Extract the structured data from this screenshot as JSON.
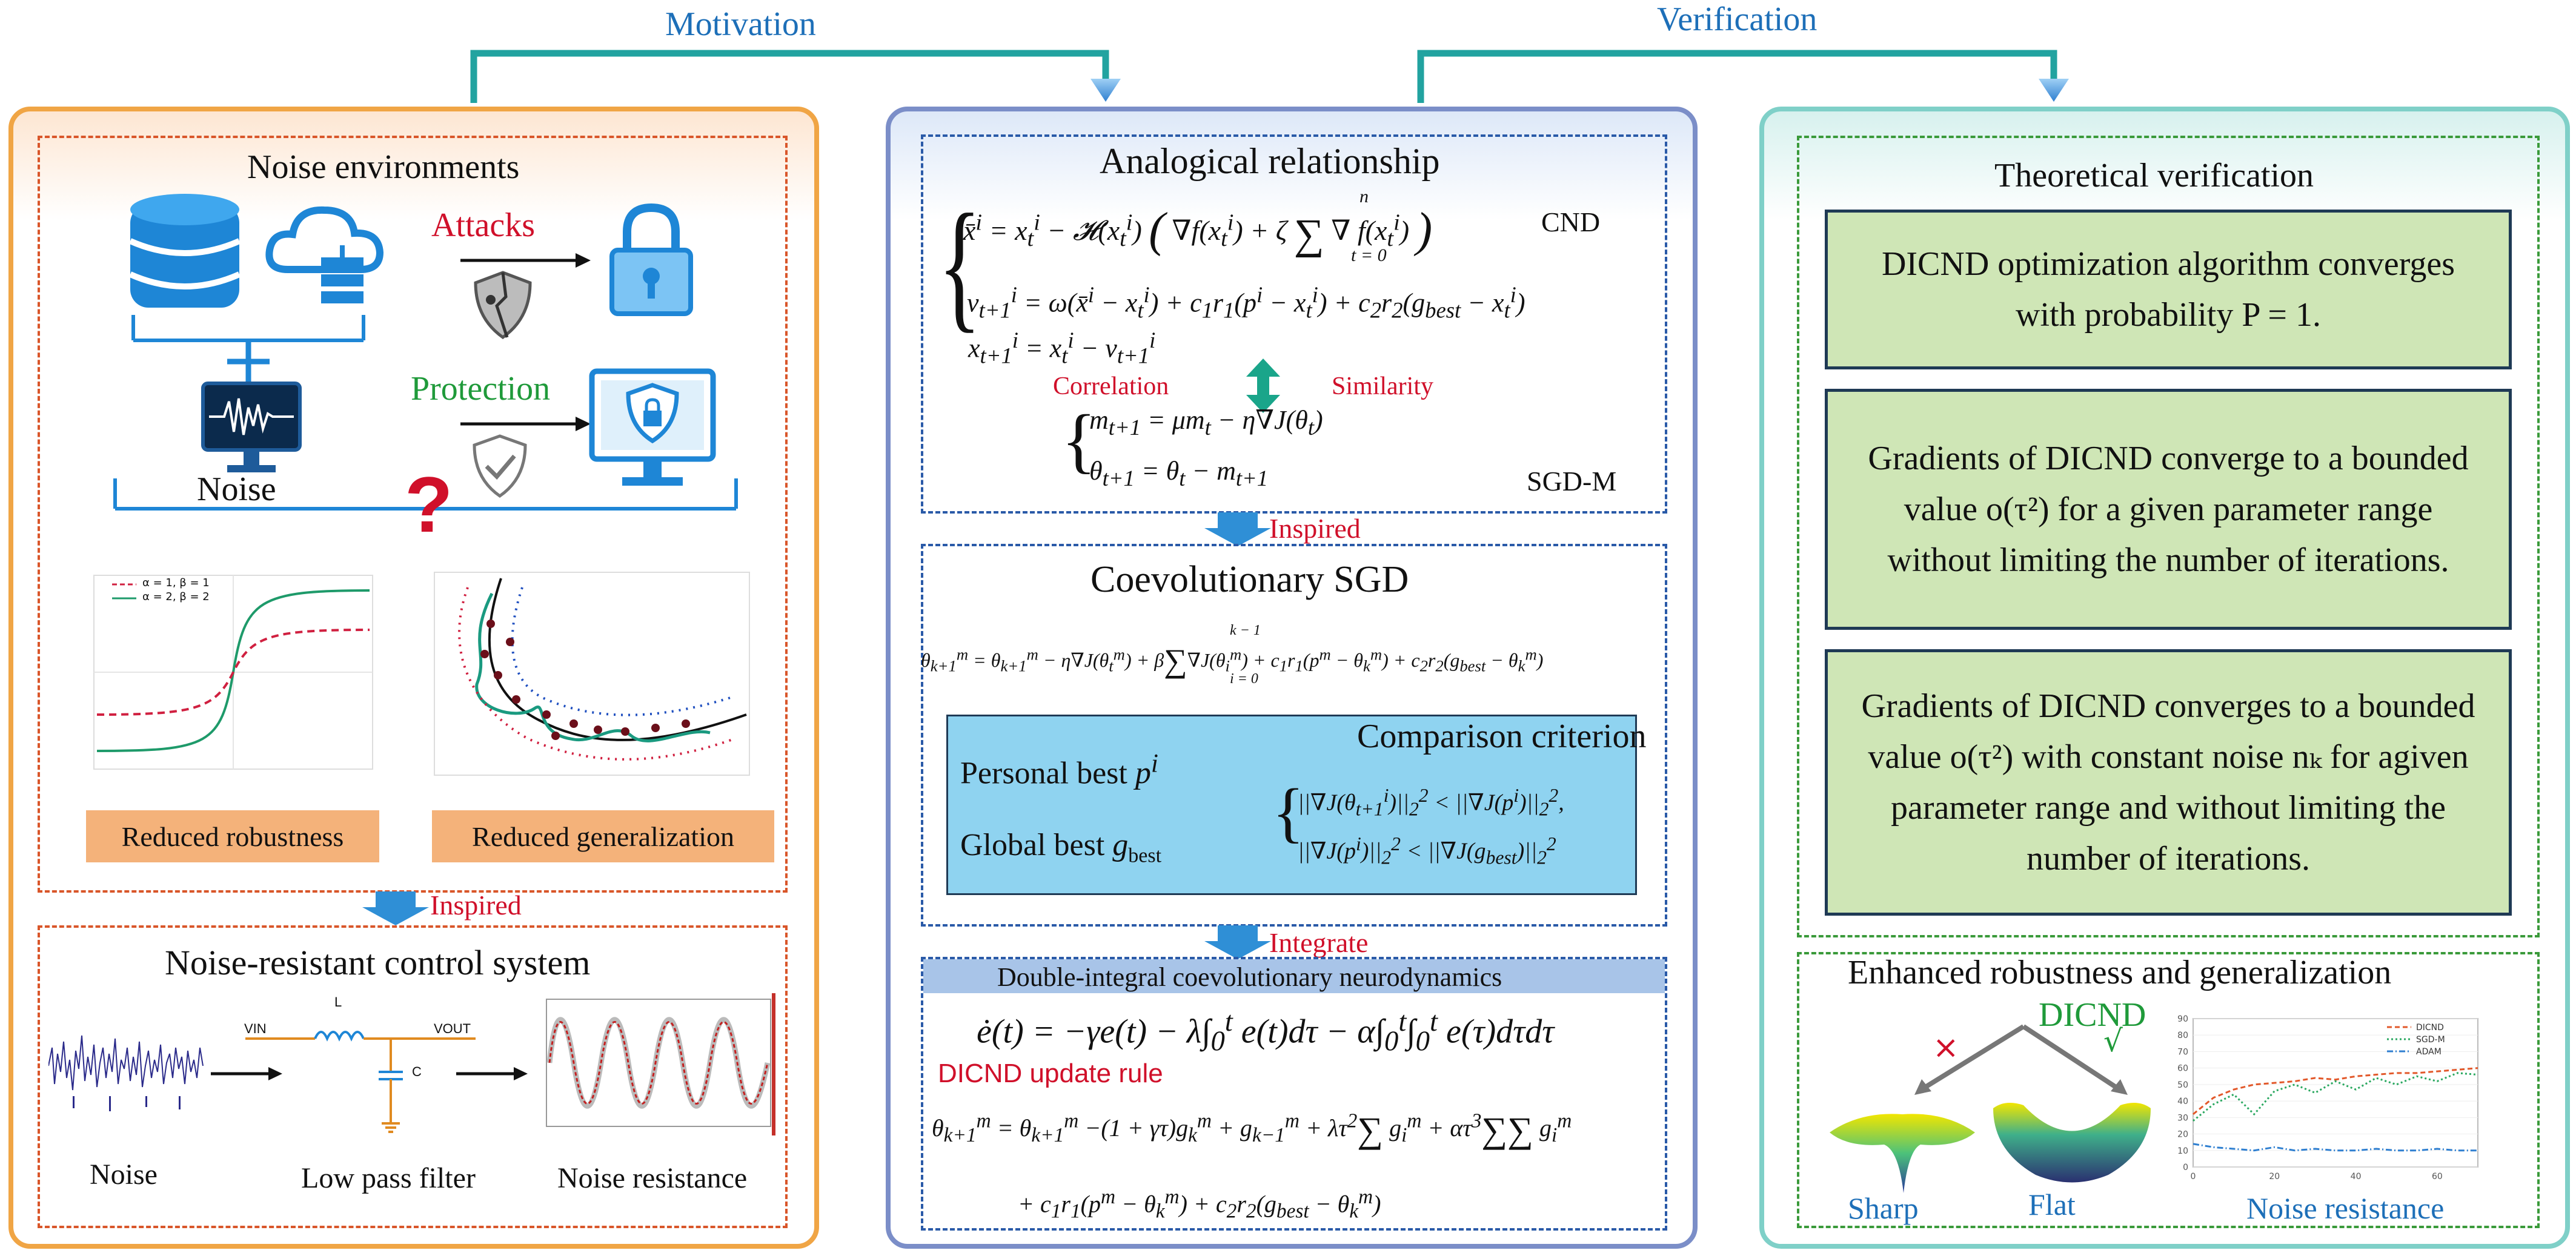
{
  "top": {
    "motivation": "Motivation",
    "verification": "Verification"
  },
  "colors": {
    "left_border": "#f0a545",
    "mid_border": "#7b8ec8",
    "right_border": "#7fd0c8",
    "connector": "#22a3a0",
    "arrow_blue": "#2f8fd6",
    "green_box": "#cfe6b6",
    "criterion_box": "#8fd3f0"
  },
  "left": {
    "noise_env_title": "Noise environments",
    "attacks": "Attacks",
    "protection": "Protection",
    "noise": "Noise",
    "question": "?",
    "legend1": "α = 1, β = 1",
    "legend2": "α = 2, β = 2",
    "reduced_robustness": "Reduced robustness",
    "reduced_generalization": "Reduced generalization",
    "inspired": "Inspired",
    "control_title": "Noise-resistant control system",
    "vin": "VIN",
    "l": "L",
    "vout": "VOUT",
    "c": "C",
    "noise_label": "Noise",
    "lpf_label": "Low pass filter",
    "resistance_label": "Noise resistance",
    "icons": [
      "database-icon",
      "cloud-server-icon",
      "shield-icon",
      "lock-icon",
      "monitor-waveform-icon",
      "secure-monitor-icon",
      "question-icon"
    ]
  },
  "middle": {
    "analogical_title": "Analogical relationship",
    "cnd": "CND",
    "correlation": "Correlation",
    "similarity": "Similarity",
    "sgdm": "SGD-M",
    "inspired": "Inspired",
    "coevo_title": "Coevolutionary SGD",
    "comparison": "Comparison criterion",
    "personal_best": "Personal best",
    "global_best": "Global best",
    "integrate": "Integrate",
    "dicnd_header": "Double-integral coevolutionary neurodynamics",
    "update_rule": "DICND update rule"
  },
  "right": {
    "theory_title": "Theoretical verification",
    "box1": "DICND optimization algorithm converges with probability P = 1.",
    "box2": "Gradients of DICND converge to a bounded value o(τ²) for a given parameter range without limiting the number of iterations.",
    "box3": "Gradients of DICND converges to a bounded value o(τ²) with constant noise nₖ for agiven parameter range and without limiting the number of iterations.",
    "enhanced_title": "Enhanced robustness and generalization",
    "dicnd": "DICND",
    "cross": "×",
    "check": "√",
    "sharp": "Sharp",
    "flat": "Flat",
    "noise_resistance": "Noise resistance",
    "legend": [
      "DICND",
      "SGD-M",
      "ADAM"
    ]
  },
  "chart_data": {
    "type": "line",
    "x": [
      0,
      5,
      10,
      15,
      20,
      25,
      30,
      35,
      40,
      45,
      50,
      55,
      60,
      65,
      70
    ],
    "series": [
      {
        "name": "DICND",
        "values": [
          32,
          42,
          47,
          50,
          51,
          52,
          54,
          53,
          55,
          56,
          57,
          57,
          58,
          59,
          60
        ]
      },
      {
        "name": "SGD-M",
        "values": [
          28,
          38,
          44,
          32,
          46,
          50,
          45,
          52,
          47,
          54,
          50,
          55,
          52,
          57,
          56
        ]
      },
      {
        "name": "ADAM",
        "values": [
          14,
          12,
          11,
          10,
          12,
          10,
          11,
          10,
          10,
          11,
          10,
          10,
          11,
          10,
          10
        ]
      }
    ],
    "xlim": [
      0,
      70
    ],
    "ylim": [
      0,
      90
    ],
    "xticks": [
      0,
      20,
      40,
      60
    ],
    "yticks": [
      0,
      10,
      20,
      30,
      40,
      50,
      60,
      70,
      80,
      90
    ]
  }
}
